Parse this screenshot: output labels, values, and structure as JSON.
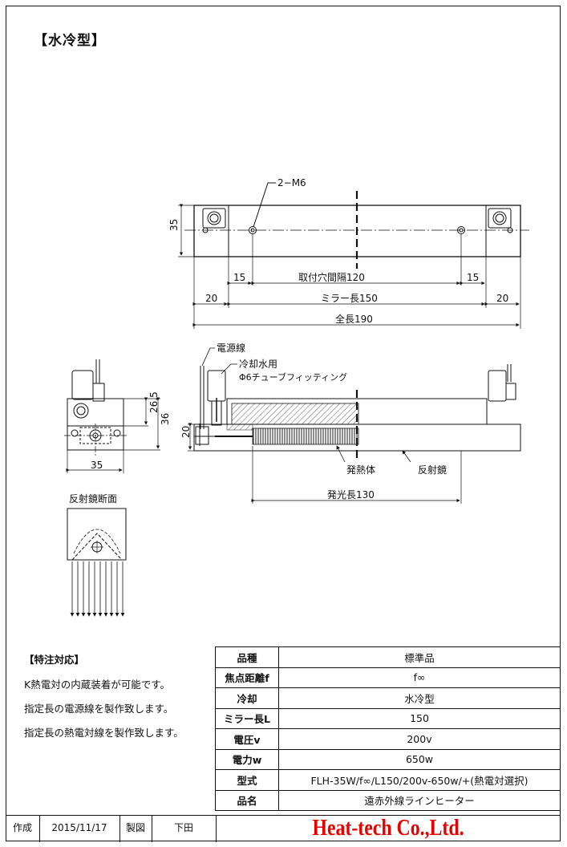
{
  "page_title": "【水冷型】",
  "top_view": {
    "screw_label": "2−M6",
    "height_dim": "35",
    "dim_mount_spacing": "取付穴間隔120",
    "dim_15_left": "15",
    "dim_15_right": "15",
    "dim_mirror": "ミラー長150",
    "dim_20_left": "20",
    "dim_20_right": "20",
    "dim_total": "全長190"
  },
  "front_view": {
    "label_power_wire": "電源線",
    "label_cooling": "冷却水用",
    "label_fitting": "Φ6チューブフィッティング",
    "dim_height": "20",
    "label_heater": "発熱体",
    "label_reflector": "反射鏡",
    "dim_emit": "発光長130"
  },
  "side_view": {
    "dim_26_5": "26.5",
    "dim_36": "36",
    "dim_width": "35"
  },
  "section_view": {
    "label": "反射鏡断面"
  },
  "notes": {
    "heading": "【特注対応】",
    "items": [
      "K熱電対の内蔵装着が可能です。",
      "指定長の電源線を製作致します。",
      "指定長の熱電対線を製作致します。"
    ]
  },
  "spec_table": {
    "rows": [
      {
        "key": "品種",
        "value": "標準品"
      },
      {
        "key": "焦点距離f",
        "value": "f∞"
      },
      {
        "key": "冷却",
        "value": "水冷型"
      },
      {
        "key": "ミラー長L",
        "value": "150"
      },
      {
        "key": "電圧v",
        "value": "200v"
      },
      {
        "key": "電力w",
        "value": "650w"
      },
      {
        "key": "型式",
        "value": "FLH-35W/f∞/L150/200v-650w/+(熱電対選択)"
      },
      {
        "key": "品名",
        "value": "遠赤外線ラインヒーター"
      }
    ]
  },
  "footer": {
    "created_label": "作成",
    "date": "2015/11/17",
    "drawn_label": "製図",
    "drafter": "下田",
    "company": "Heat-tech Co.,Ltd."
  }
}
